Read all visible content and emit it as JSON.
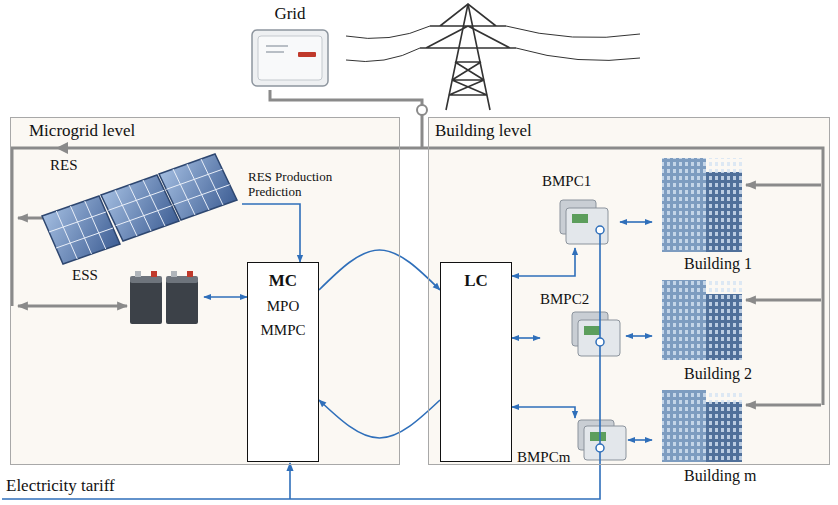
{
  "diagram": {
    "nodes": [
      {
        "text": [
          "Grid"
        ]
      },
      {
        "text": [
          "Microgrid level"
        ]
      },
      {
        "text": [
          "RES"
        ],
        "in": 1
      },
      {
        "text": [
          "ESS"
        ],
        "in": 1
      },
      {
        "text": [
          "MC",
          "MPO",
          "MMPC"
        ],
        "in": 1
      },
      {
        "text": [
          "Building level"
        ]
      },
      {
        "text": [
          "LC"
        ],
        "in": 5
      },
      {
        "text": [
          "BMPC1"
        ],
        "in": 5
      },
      {
        "text": [
          "Building 1"
        ],
        "in": 5
      },
      {
        "text": [
          "BMPC2"
        ],
        "in": 5
      },
      {
        "text": [
          "Building 2"
        ],
        "in": 5
      },
      {
        "text": [
          "BMPCm"
        ],
        "in": 5
      },
      {
        "text": [
          "Building m"
        ],
        "in": 5
      }
    ],
    "edges": [
      {
        "from": 2,
        "to": 4,
        "label": "RES Production Prediction",
        "arrow": "to"
      },
      {
        "from": 3,
        "to": 4,
        "arrow": "both"
      },
      {
        "from": 4,
        "to": 6,
        "arrow": "to"
      },
      {
        "from": 6,
        "to": 4,
        "arrow": "to"
      },
      {
        "from": 6,
        "to": 7,
        "arrow": "both"
      },
      {
        "from": 6,
        "to": 9,
        "arrow": "both"
      },
      {
        "from": 6,
        "to": 11,
        "arrow": "both"
      },
      {
        "from": 7,
        "to": 8,
        "arrow": "both"
      },
      {
        "from": 9,
        "to": 10,
        "arrow": "both"
      },
      {
        "from": 11,
        "to": 12,
        "arrow": "both"
      }
    ],
    "labels": [
      "Electricity tariff"
    ]
  }
}
